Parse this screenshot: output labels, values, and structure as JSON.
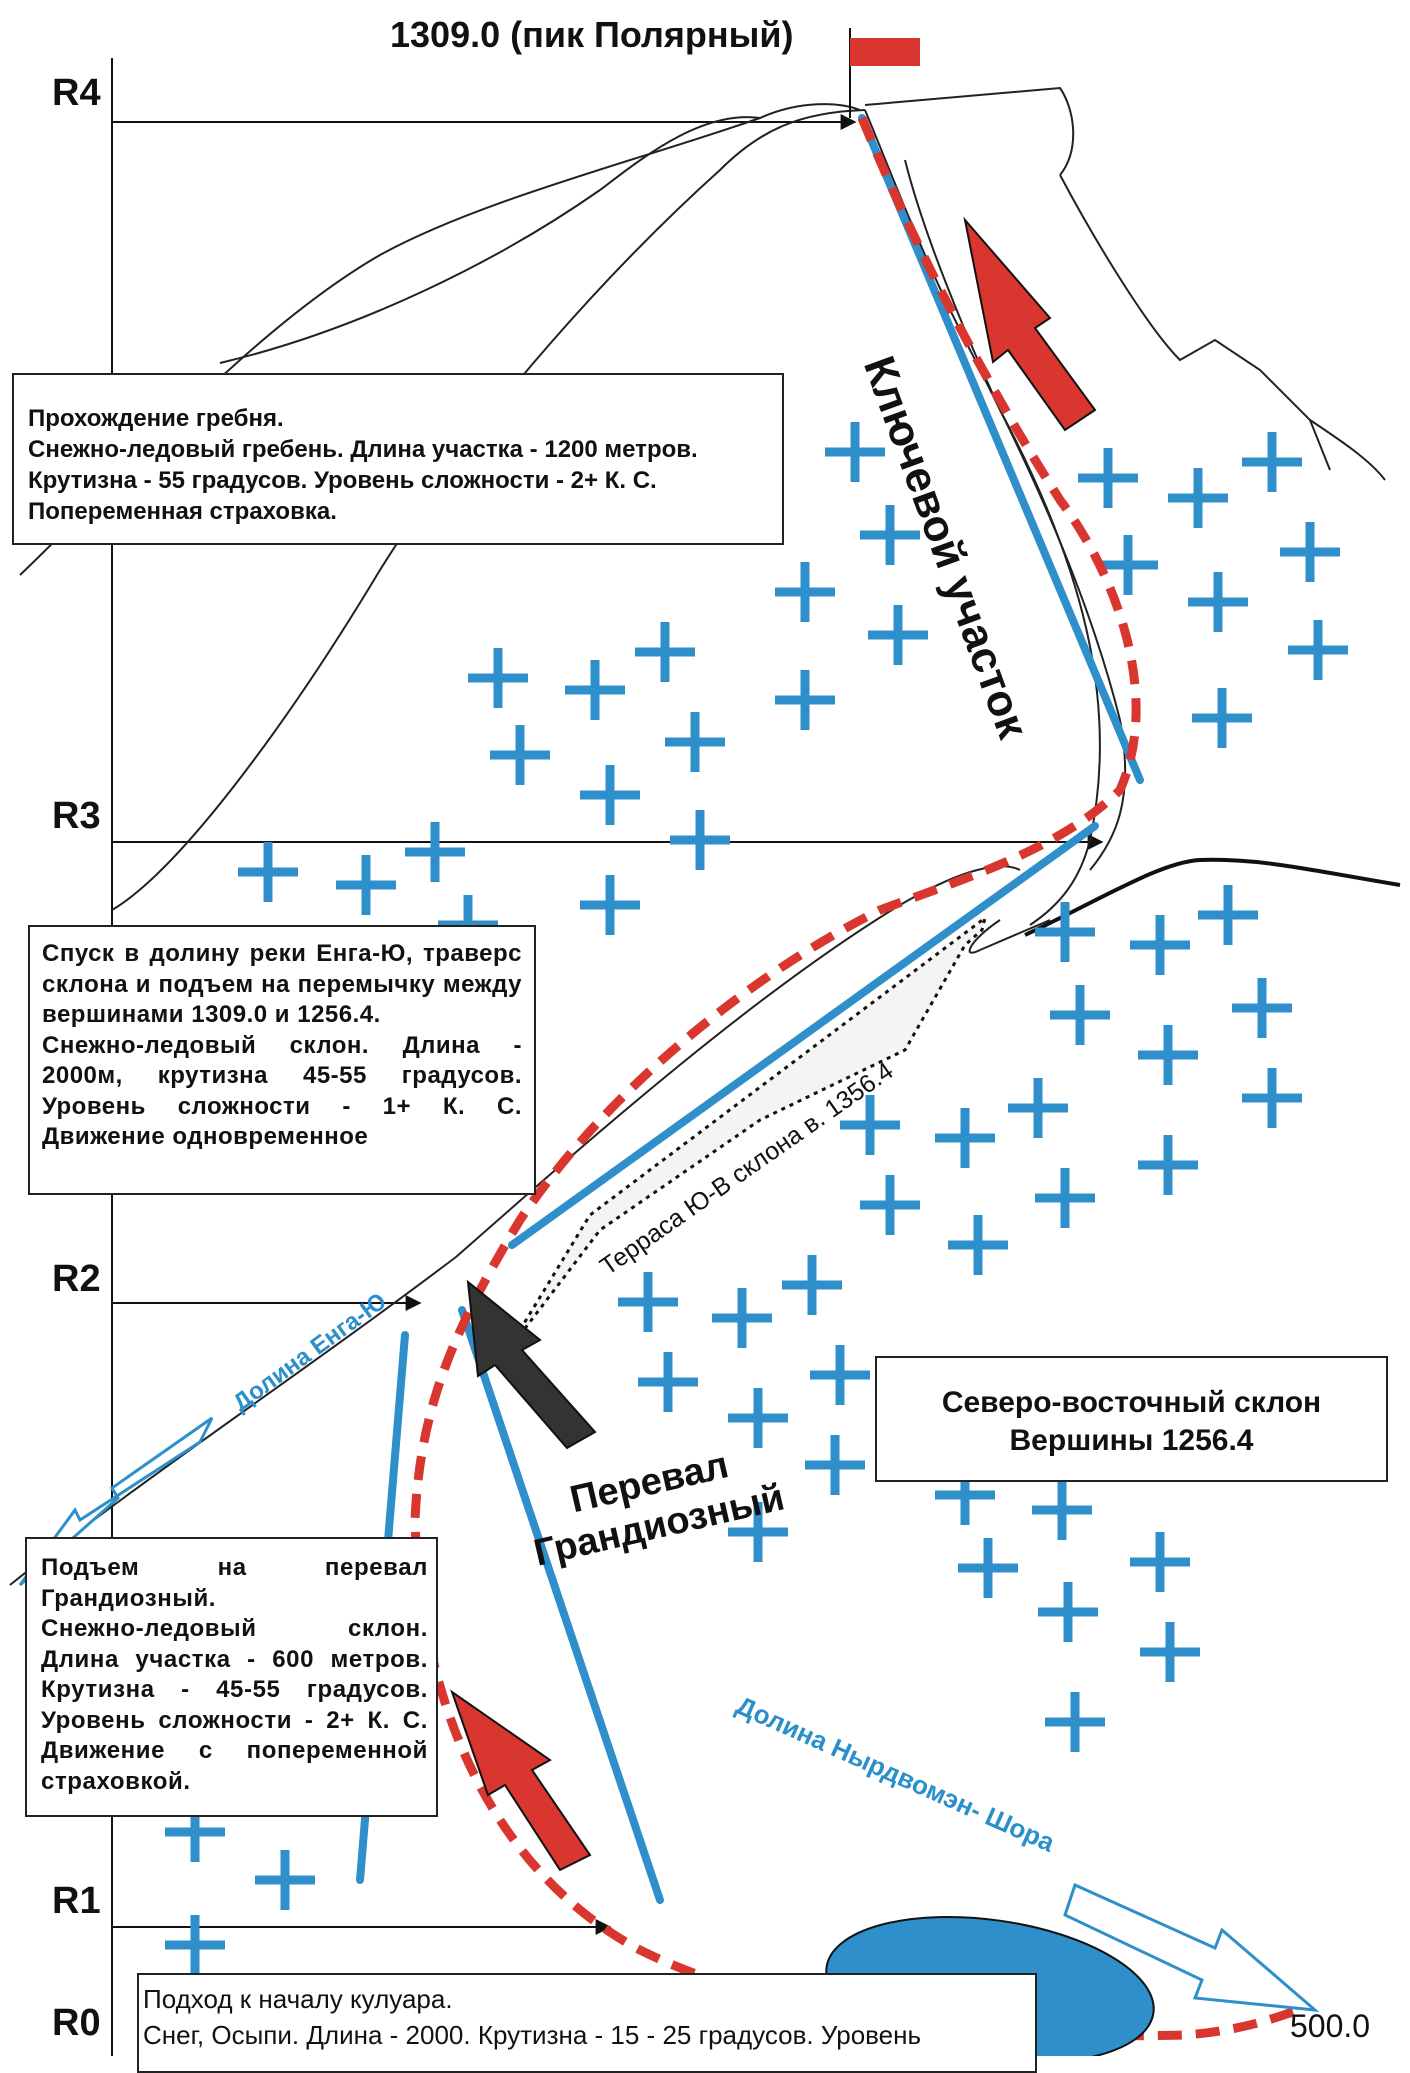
{
  "peak_title": "1309.0 (пик Полярный)",
  "levels": {
    "r4": "R4",
    "r3": "R3",
    "r2": "R2",
    "r1": "R1",
    "r0": "R0"
  },
  "boxes": {
    "ridge": "Прохождение гребня.\nСнежно-ледовый гребень. Длина участка - 1200 метров.\nКрутизна - 55 градусов. Уровень сложности - 2+ К. С.\nПопеременная страховка.",
    "descent": "Спуск в долину реки Енга-Ю, траверс склона и подъем на перемычку между вершинами 1309.0 и 1256.4.\nСнежно-ледовый склон. Длина - 2000м, крутизна 45-55 градусов. Уровень сложности - 1+ К. С. Движение одновременное",
    "pass": "Подъем на перевал Грандиозный.\nСнежно-ледовый склон. Длина участка - 600 метров. Крутизна - 45-55 градусов. Уровень сложности - 2+ К. С. Движение с попеременной страховкой.",
    "approach": "Подход к началу кулуара.\nСнег, Осыпи. Длина - 2000. Крутизна - 15 - 25 градусов. Уровень",
    "northeast": "Северо-восточный склон\nВершины 1256.4"
  },
  "labels": {
    "key_section": "Ключевой участок",
    "terrace": "Терраса Ю-В склона в. 1356.4",
    "pass": "Перевал\nГрандиозный",
    "valley_enga": "Долина Енга-Ю",
    "valley_nyrd": "Долина Нырдвомэн- Шора",
    "elevation_500": "500.0"
  },
  "colors": {
    "route_red": "#d8362f",
    "blue": "#2e8fcb",
    "black": "#111111",
    "flag": "#d8362f"
  }
}
